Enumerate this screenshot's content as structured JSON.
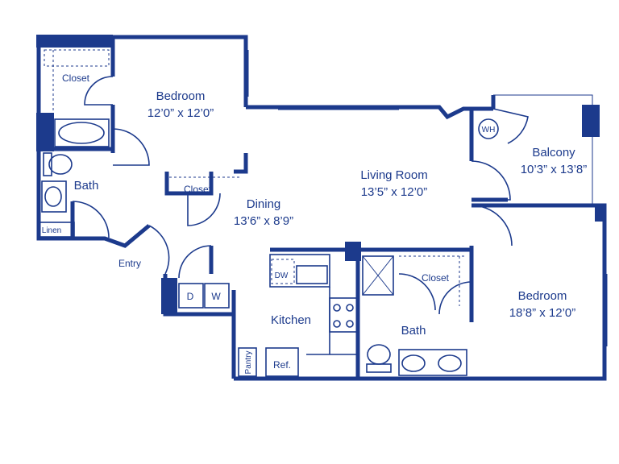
{
  "rooms": {
    "bedroom1": {
      "name": "Bedroom",
      "dims": "12’0” x 12’0”"
    },
    "living": {
      "name": "Living Room",
      "dims": "13’5” x 12’0”"
    },
    "balcony": {
      "name": "Balcony",
      "dims": "10’3” x 13’8”"
    },
    "dining": {
      "name": "Dining",
      "dims": "13’6” x 8’9”"
    },
    "bedroom2": {
      "name": "Bedroom",
      "dims": "18’8” x 12’0”"
    },
    "kitchen": {
      "name": "Kitchen"
    },
    "bath1": {
      "name": "Bath"
    },
    "bath2": {
      "name": "Bath"
    },
    "entry": {
      "name": "Entry"
    }
  },
  "labels": {
    "closet_a": "Closet",
    "closet_b": "Closet",
    "closet_c": "Closet",
    "linen": "Linen",
    "dryer": "D",
    "washer": "W",
    "dishwasher": "DW",
    "refrigerator": "Ref.",
    "pantry": "Pantry",
    "water_heater": "WH"
  },
  "colors": {
    "wall": "#1c3a8c",
    "background": "#ffffff"
  }
}
